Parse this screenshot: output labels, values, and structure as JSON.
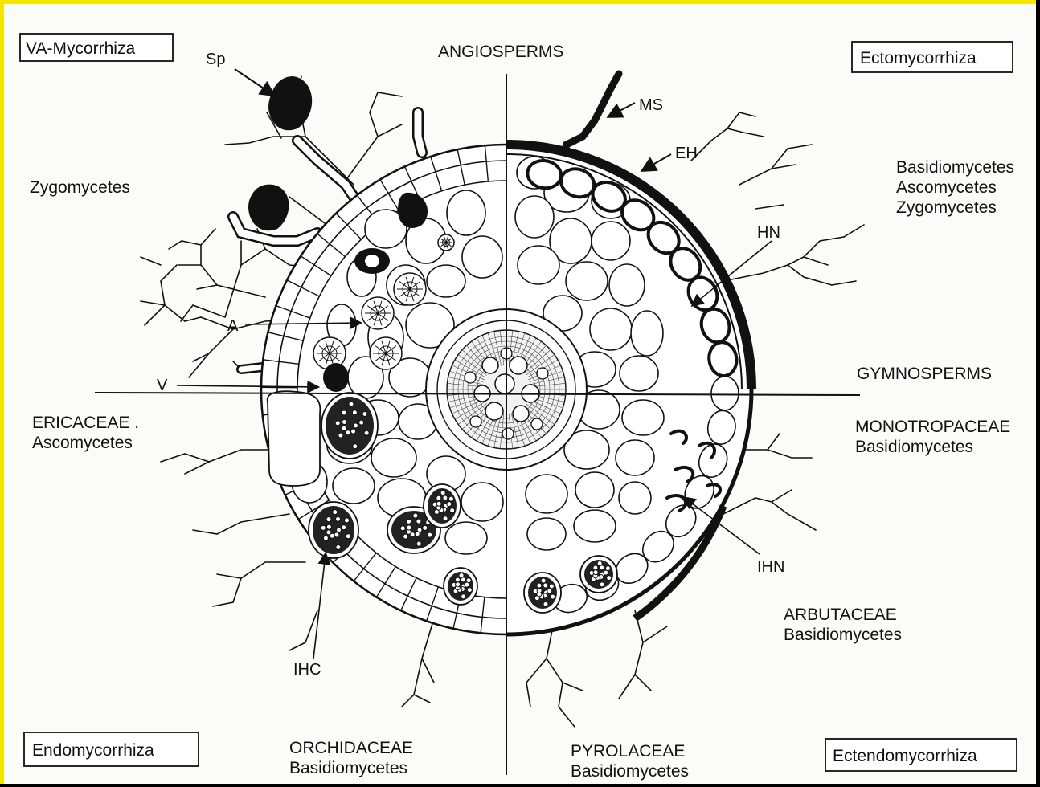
{
  "quadrant_labels": {
    "va_mycorrhiza": "VA-Mycorrhiza",
    "ectomycorrhiza": "Ectomycorrhiza",
    "endomycorrhiza": "Endomycorrhiza",
    "ectendomycorrhiza": "Ectendomycorrhiza"
  },
  "axis_labels": {
    "angiosperms": "ANGIOSPERMS",
    "gymnosperms": "GYMNOSPERMS"
  },
  "groups": {
    "zygomycetes": "Zygomycetes",
    "ecto_fungi": [
      "Basidiomycetes",
      "Ascomycetes",
      "Zygomycetes"
    ],
    "ericaceae": [
      "ERICACEAE .",
      "Ascomycetes"
    ],
    "monotropaceae": [
      "MONOTROPACEAE",
      "Basidiomycetes"
    ],
    "arbutaceae": [
      "ARBUTACEAE",
      "Basidiomycetes"
    ],
    "orchidaceae": [
      "ORCHIDACEAE",
      "Basidiomycetes"
    ],
    "pyrolaceae": [
      "PYROLACEAE",
      "Basidiomycetes"
    ]
  },
  "structure_labels": {
    "sp": "Sp",
    "a": "A",
    "v": "V",
    "ms": "MS",
    "eh": "EH",
    "hn": "HN",
    "ihn": "IHN",
    "ihc": "IHC"
  }
}
